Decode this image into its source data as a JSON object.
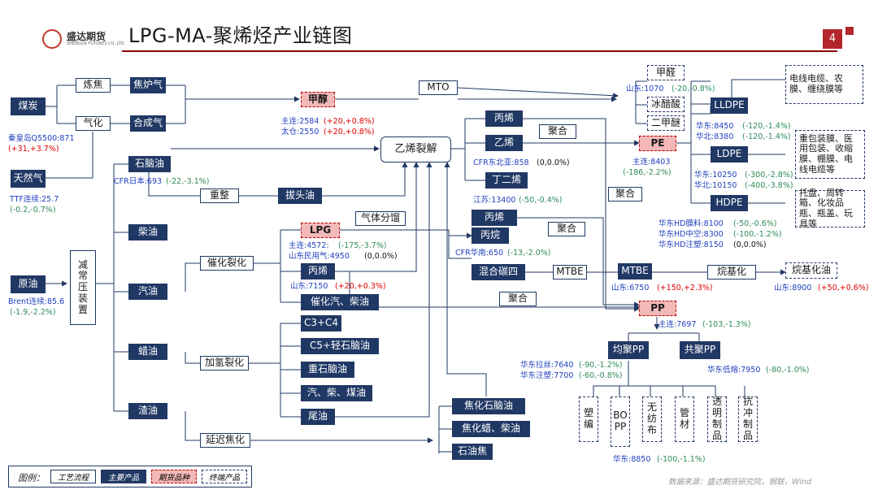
{
  "header": {
    "title": "LPG-MA-聚烯烃产业链图",
    "page_number": "4",
    "logo_text": "盛达期货",
    "logo_sub": "SHENGDA FUTURES CO.,LTD."
  },
  "boxes": {
    "coal": "煤炭",
    "coking": "炼焦",
    "gasify": "气化",
    "coke_gas": "焦炉气",
    "syngas": "合成气",
    "methanol": "甲醇",
    "mto": "MTO",
    "natgas": "天然气",
    "crude": "原油",
    "vacuum": "减常压装置",
    "naphtha": "石脑油",
    "reform": "重整",
    "aromatic_oil": "拔头油",
    "diesel": "柴油",
    "gasoline": "汽油",
    "wax": "蜡油",
    "residue": "渣油",
    "cat_crack": "催化裂化",
    "hydro_crack": "加氢裂化",
    "delayed_coking": "延迟焦化",
    "lpg": "LPG",
    "propylene_mid": "丙烯",
    "cat_gas_diesel": "催化汽、柴油",
    "c3c4": "C3+C4",
    "c5_naphtha": "C5+轻石脑油",
    "heavy_naphtha": "重石脑油",
    "gas_diesel_kero": "汽、柴、煤油",
    "tail_oil": "尾油",
    "coker_naphtha": "焦化石脑油",
    "coker_wax_diesel": "焦化蜡、柴油",
    "pet_coke": "石油焦",
    "gas_fraction": "气体分馏",
    "steam_cracking": "乙烯裂解",
    "propylene_top": "丙烯",
    "ethylene": "乙烯",
    "butadiene": "丁二烯",
    "polymer1": "聚合",
    "polymer2": "聚合",
    "polymer3": "聚合",
    "polymer4": "聚合",
    "propylene_r": "丙烯",
    "propane": "丙烷",
    "mixed_c4": "混合碳四",
    "mtbe_proc": "MTBE",
    "mtbe": "MTBE",
    "alkylation": "烷基化",
    "alkylate": "烷基化油",
    "formaldehyde": "甲醛",
    "acetic_acid": "冰醋酸",
    "dme": "二甲醚",
    "pe": "PE",
    "pp": "PP",
    "lldpe": "LLDPE",
    "ldpe": "LDPE",
    "hdpe": "HDPE",
    "lldpe_use": "电线电缆、农膜、缠绕膜等",
    "ldpe_use": "重包装膜、医用包装、收缩膜、棚膜、电线电缆等",
    "hdpe_use": "托盘、周转箱、化妆品瓶、瓶盖、玩具等",
    "homo_pp": "均聚PP",
    "co_pp": "共聚PP",
    "use1": "塑编",
    "use2": "BOPP",
    "use3": "无纺布",
    "use4": "管材",
    "use5": "透明制品",
    "use6": "抗冲制品"
  },
  "labels": {
    "qhd_name": "秦皇岛Q5500:871",
    "qhd_chg": "(+31,+3.7%)",
    "ttf_name": "TTF连续:25.7",
    "ttf_chg": "(-0.2,-0.7%)",
    "brent_name": "Brent连续:85.6",
    "brent_chg": "(-1.9,-2.2%)",
    "cfr_japan_name": "CFR日本:693",
    "cfr_japan_chg": "(-22,-3.1%)",
    "ma_main_name": "主连:2584",
    "ma_main_chg": "(+20,+0.8%)",
    "ma_taicang_name": "太仓:2550",
    "ma_taicang_chg": "(+20,+0.8%)",
    "lpg_main_name": "主连:4572:",
    "lpg_main_chg": "(-175,-3.7%)",
    "lpg_sd_name": "山东民用气:4950",
    "lpg_sd_chg": "(0,0.0%)",
    "prop_sd_name": "山东:7150",
    "prop_sd_chg": "(+20,+0.3%)",
    "cfr_nea_name": "CFR东北亚:858",
    "cfr_nea_chg": "(0,0.0%)",
    "js_name": "江苏:13400",
    "js_chg": "(-50,-0.4%)",
    "cfr_sc_name": "CFR华南:650",
    "cfr_sc_chg": "(-13,-2.0%)",
    "mtbe_sd_name": "山东:6750",
    "mtbe_sd_chg": "(+150,+2.3%)",
    "alky_sd_name": "山东:8900",
    "alky_sd_chg": "(+50,+0.6%)",
    "form_sd_name": "山东:1070",
    "form_sd_chg": "(-20,-0.8%)",
    "pe_main_name": "主连:8403",
    "pe_main_chg": "(-186,-2.2%)",
    "lldpe_hb_name": "华东:8450",
    "lldpe_hb_chg": "(-120,-1.4%)",
    "lldpe_hn_name": "华北:8380",
    "lldpe_hn_chg": "(-120,-1.4%)",
    "ldpe_hd_name": "华东:10250",
    "ldpe_hd_chg": "(-300,-2.8%)",
    "ldpe_hb_name": "华北:10150",
    "ldpe_hb_chg": "(-400,-3.8%)",
    "hdpe_film_name": "华东HD膜料:8100",
    "hdpe_film_chg": "(-50,-0.6%)",
    "hdpe_hollow_name": "华东HD中空:8300",
    "hdpe_hollow_chg": "(-100,-1.2%)",
    "hdpe_inj_name": "华东HD注塑:8150",
    "hdpe_inj_chg": "(0,0.0%)",
    "pp_main_name": "主连:7697",
    "pp_main_chg": "(-103,-1.3%)",
    "pp_wire_name": "华东拉丝:7640",
    "pp_wire_chg": "(-90,-1.2%)",
    "pp_inj_name": "华东注塑:7700",
    "pp_inj_chg": "(-60,-0.8%)",
    "pp_low_name": "华东低熔:7950",
    "pp_low_chg": "(-80,-1.0%)",
    "bopp_name": "华东:8850",
    "bopp_chg": "(-100,-1.1%)"
  },
  "legend": {
    "title": "图例：",
    "process": "工艺流程",
    "main_product": "主要产品",
    "futures": "期货品种",
    "end_product": "终端产品"
  },
  "source": "数据来源：盛达期货研究院，钢联，Wind",
  "colors": {
    "navy": "#203864",
    "futures_fill": "#f3b8b8",
    "price_up": "#e00000",
    "price_down": "#2e8b57",
    "price_name": "#1f3fbf",
    "accent": "#8b0000"
  }
}
